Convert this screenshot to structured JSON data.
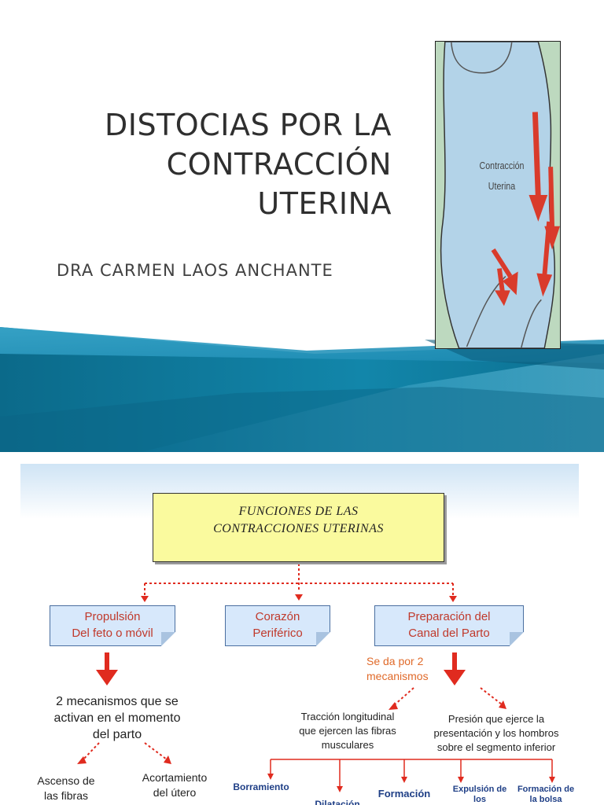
{
  "slide1": {
    "title_lines": [
      "DISTOCIAS POR LA",
      "CONTRACCIÓN",
      "UTERINA"
    ],
    "subtitle": "DRA CARMEN LAOS ANCHANTE",
    "illustration_label": [
      "Contracción",
      "Uterina"
    ],
    "colors": {
      "swoosh_dark": "#0b6a8a",
      "swoosh_light": "#49b3d4",
      "illus_bg": "#b7d6ea",
      "arrow": "#d93b2b"
    }
  },
  "slide2": {
    "main_title": [
      "FUNCIONES DE LAS",
      "CONTRACCIONES UTERINAS"
    ],
    "box_left": [
      "Propulsión",
      "Del feto o móvil"
    ],
    "box_center": [
      "Corazón",
      "Periférico"
    ],
    "box_right": [
      "Preparación del",
      "Canal del Parto"
    ],
    "se_da": [
      "Se da por 2",
      "mecanismos"
    ],
    "left_text": [
      "2 mecanismos que se",
      "activan en el momento",
      "del parto"
    ],
    "left_sub1": [
      "Ascenso de",
      "las fibras"
    ],
    "left_sub2": [
      "Acortamiento",
      "del útero"
    ],
    "traccion": [
      "Tracción longitudinal",
      "que ejercen las fibras",
      "musculares"
    ],
    "presion": [
      "Presión que ejerce la",
      "presentación y los hombros",
      "sobre el segmento inferior"
    ],
    "bottom_items": [
      "Borramiento",
      "Dilatación",
      "Formación",
      "Expulsión de los",
      "Formación de la bolsa"
    ],
    "colors": {
      "main_box": "#fafa9e",
      "blue_box": "#d7e8fb",
      "red": "#e02b1f",
      "orange_text": "#e06a2a"
    }
  }
}
